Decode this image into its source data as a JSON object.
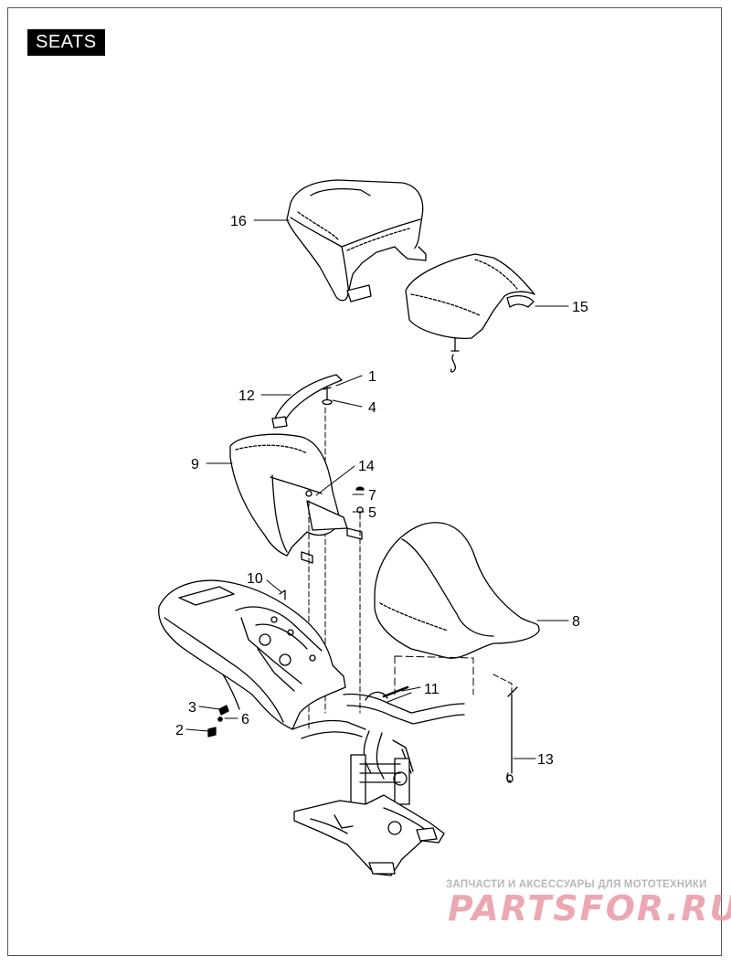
{
  "page": {
    "title": "SEATS"
  },
  "callouts": [
    {
      "n": "1"
    },
    {
      "n": "2"
    },
    {
      "n": "3"
    },
    {
      "n": "4"
    },
    {
      "n": "5"
    },
    {
      "n": "6"
    },
    {
      "n": "7"
    },
    {
      "n": "8"
    },
    {
      "n": "9"
    },
    {
      "n": "10"
    },
    {
      "n": "11"
    },
    {
      "n": "12"
    },
    {
      "n": "13"
    },
    {
      "n": "14"
    },
    {
      "n": "15"
    },
    {
      "n": "16"
    }
  ],
  "watermark": {
    "tagline": "ЗАПЧАСТИ И АКСЕССУАРЫ ДЛЯ МОТОТЕХНИКИ",
    "brand": "PARTSFOR.RU"
  }
}
